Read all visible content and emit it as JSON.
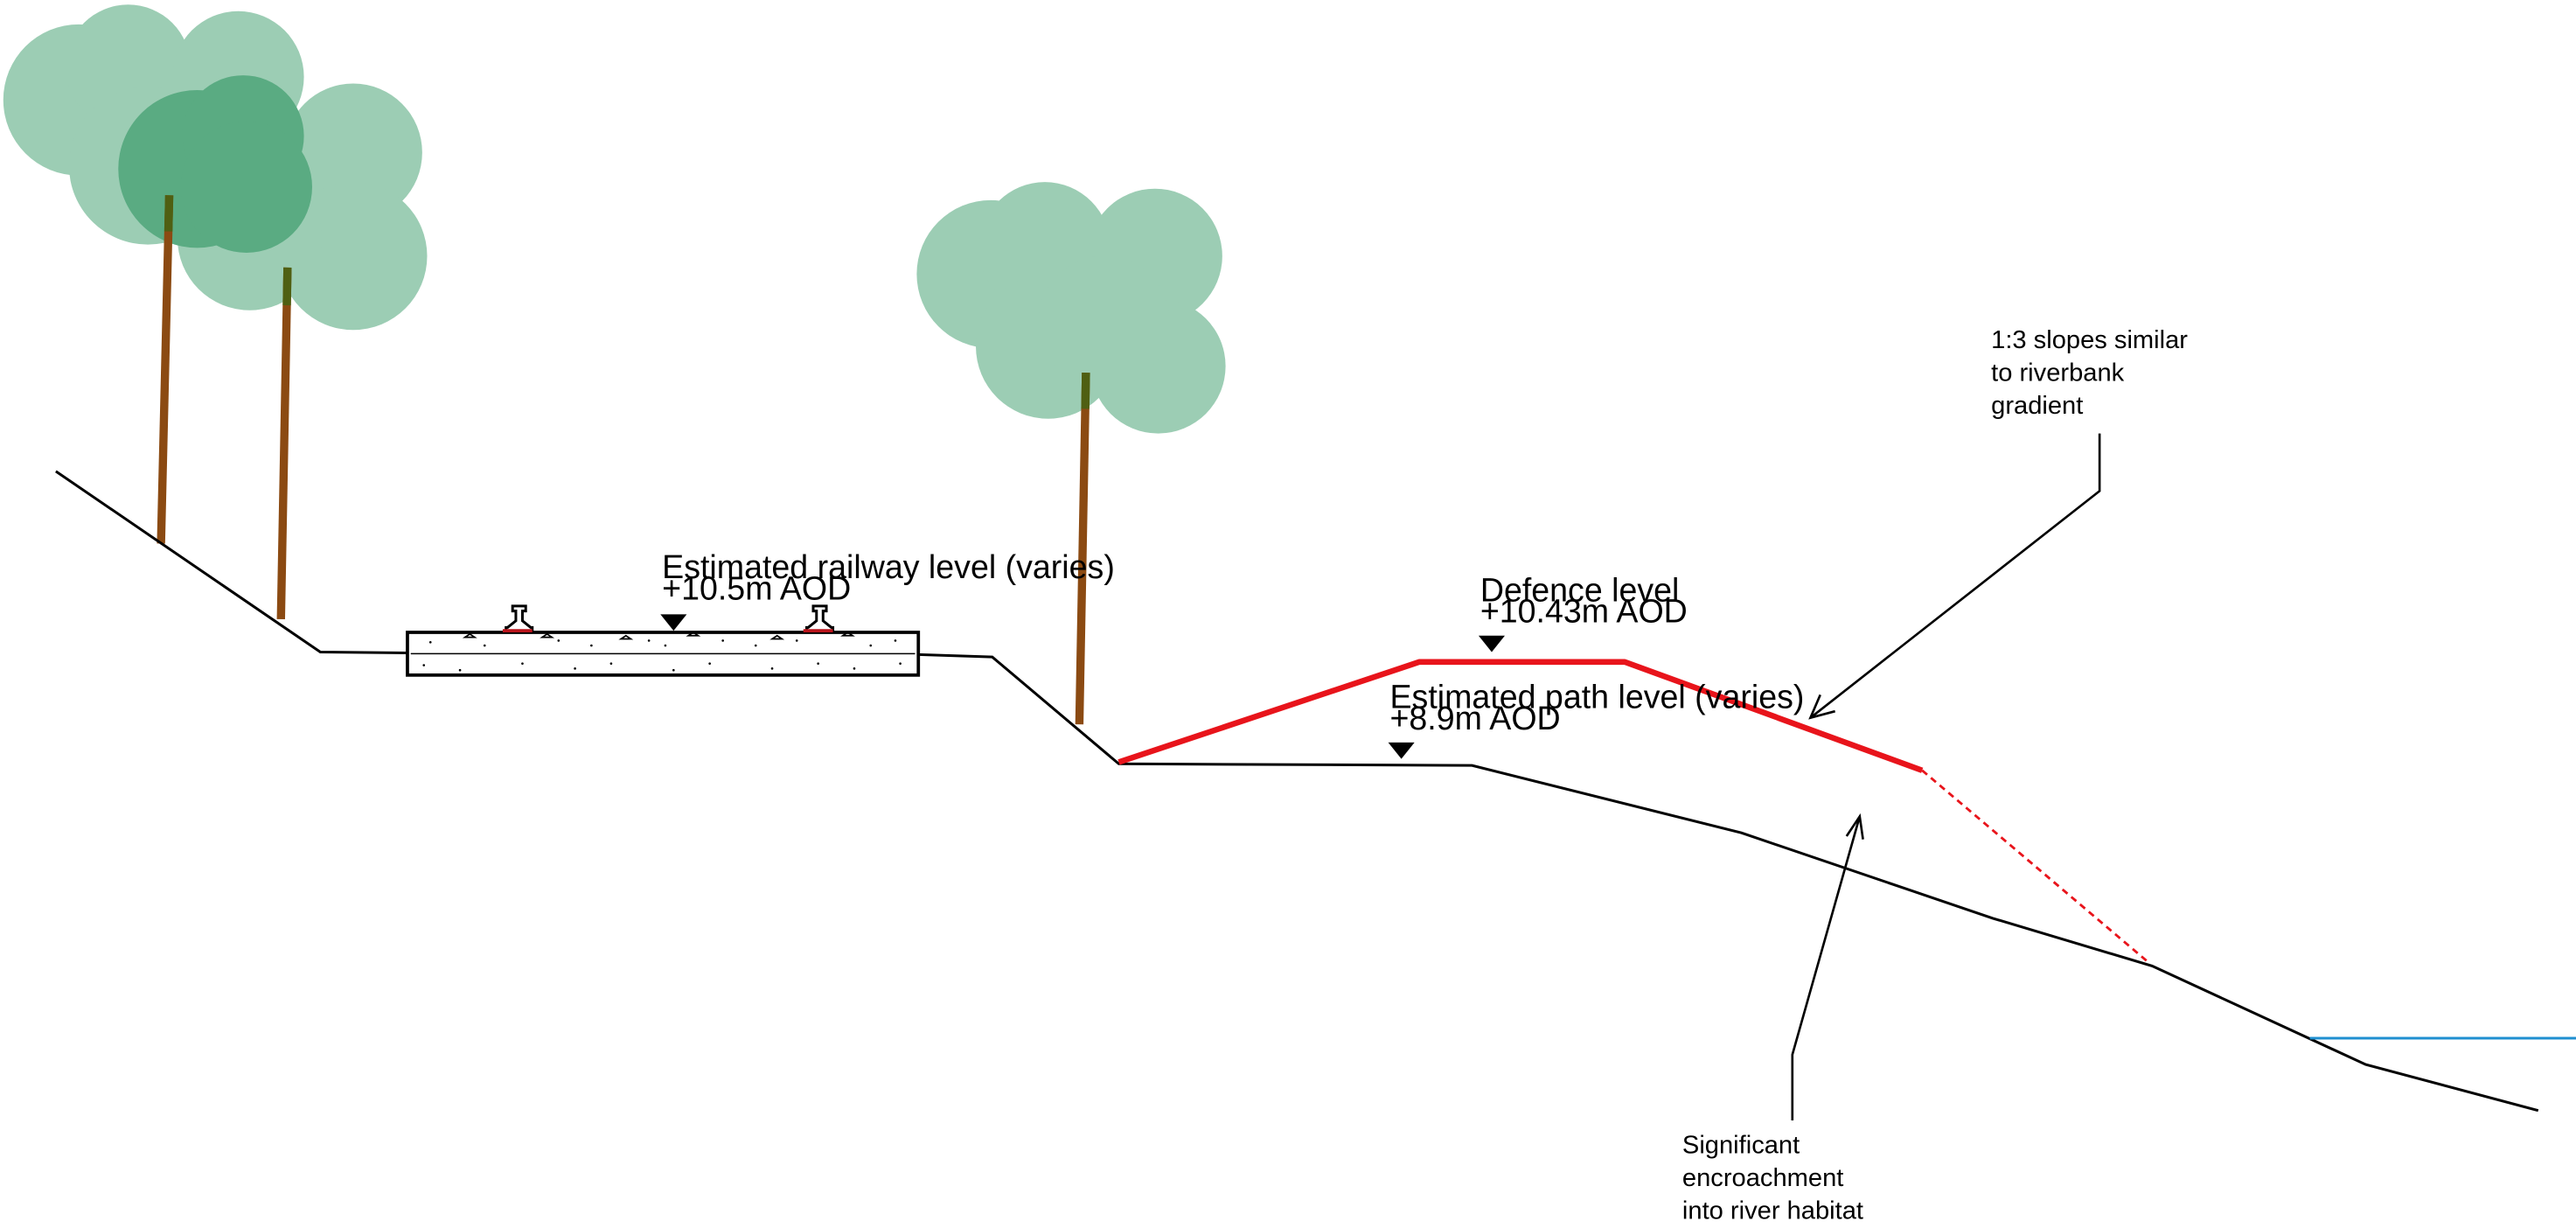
{
  "colors": {
    "ground_line": "#000000",
    "defence_line": "#e8141b",
    "water_line": "#1f8fd0",
    "tree_canopy_light": "#9ccdb4",
    "tree_canopy_dark": "#5aab82",
    "tree_trunk": "#8b4a12",
    "tree_trunk_top": "#4f5f12"
  },
  "labels": {
    "railway_level_title": "Estimated railway level (varies)",
    "railway_level_value": "+10.5m AOD",
    "defence_level_title": "Defence level",
    "defence_level_value": "+10.43m AOD",
    "path_level_title": "Estimated path level (varies)",
    "path_level_value": "+8.9m AOD"
  },
  "annotations": {
    "slopes_line1": "1:3 slopes similar",
    "slopes_line2": "to riverbank",
    "slopes_line3": "gradient",
    "encroach_line1": "Significant",
    "encroach_line2": "encroachment",
    "encroach_line3": "into river habitat"
  },
  "icons": {
    "level_marker": "downward-triangle-level-marker-icon",
    "rail": "rail-profile-icon",
    "tree": "tree-icon"
  }
}
